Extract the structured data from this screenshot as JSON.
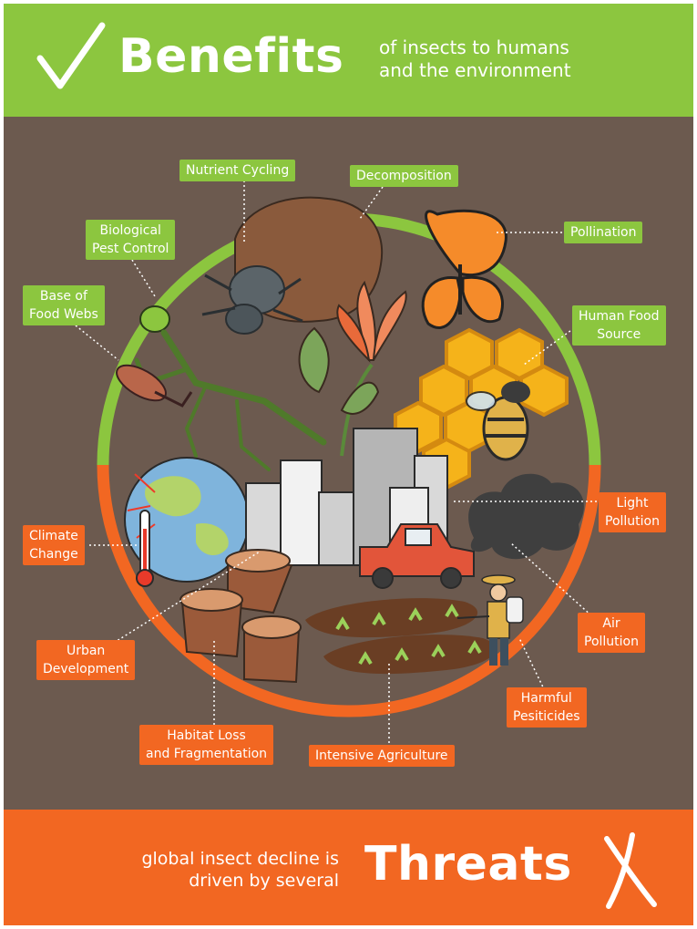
{
  "header": {
    "title": "Benefits",
    "subtitle_line1": "of insects to humans",
    "subtitle_line2": "and the environment",
    "icon": "checkmark-icon"
  },
  "footer": {
    "title": "Threats",
    "subtitle_line1": "global insect decline is",
    "subtitle_line2": "driven by several",
    "icon": "x-mark-icon"
  },
  "benefits": {
    "nutrient_cycling": "Nutrient Cycling",
    "decomposition": "Decomposition",
    "biological_pest_control_1": "Biological",
    "biological_pest_control_2": "Pest Control",
    "pollination": "Pollination",
    "base_food_webs_1": "Base of",
    "base_food_webs_2": "Food Webs",
    "human_food_1": "Human Food",
    "human_food_2": "Source"
  },
  "threats": {
    "light_1": "Light",
    "light_2": "Pollution",
    "climate_1": "Climate",
    "climate_2": "Change",
    "air_1": "Air",
    "air_2": "Pollution",
    "urban_1": "Urban",
    "urban_2": "Development",
    "pesticides_1": "Harmful",
    "pesticides_2": "Pesiticides",
    "habitat_1": "Habitat Loss",
    "habitat_2": "and Fragmentation",
    "agriculture": "Intensive Agriculture"
  },
  "colors": {
    "benefit_green": "#8cc63f",
    "threat_orange": "#f26722",
    "background_brown": "#6c5a4f"
  }
}
